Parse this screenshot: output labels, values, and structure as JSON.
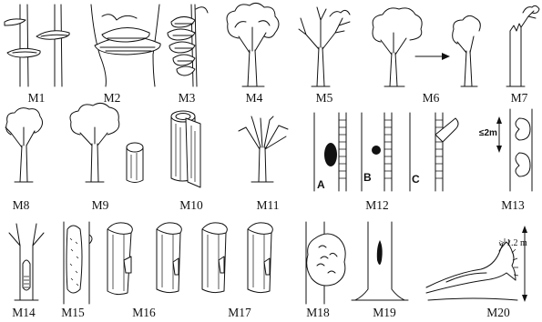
{
  "labels": {
    "m1": "M1",
    "m2": "M2",
    "m3": "M3",
    "m4": "M4",
    "m5": "M5",
    "m6": "M6",
    "m7": "M7",
    "m8": "M8",
    "m9": "M9",
    "m10": "M10",
    "m11": "M11",
    "m12": "M12",
    "m13": "M13",
    "m14": "M14",
    "m15": "M15",
    "m16": "M16",
    "m17": "M17",
    "m18": "M18",
    "m19": "M19",
    "m20": "M20"
  },
  "annotations": {
    "panel_a": "A",
    "panel_b": "B",
    "panel_c": "C",
    "height_m13": "≤2m",
    "height_m20": "≥ 1.2 m"
  },
  "colors": {
    "ink": "#111111",
    "background": "#ffffff"
  }
}
